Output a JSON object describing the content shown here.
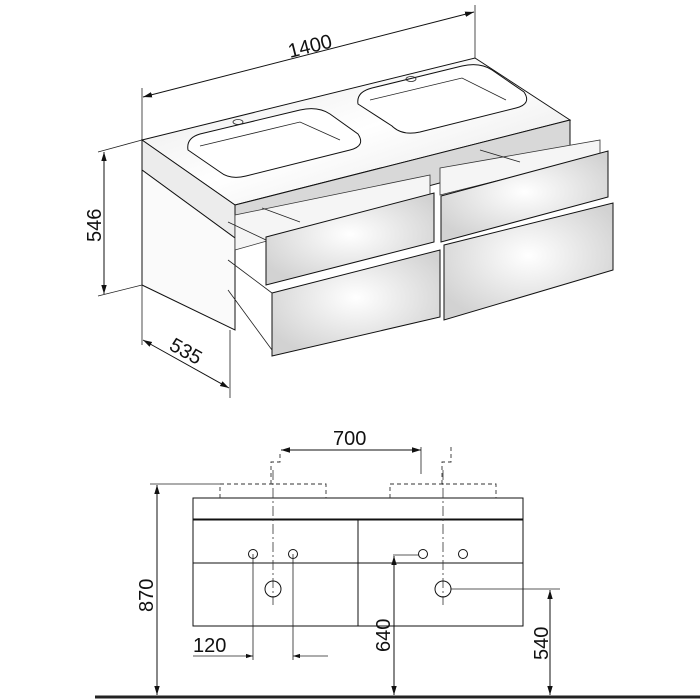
{
  "isometric_view": {
    "dimensions": {
      "width": "1400",
      "height": "546",
      "depth": "535"
    },
    "components": [
      "countertop",
      "left-basin",
      "right-basin",
      "upper-left-drawer",
      "lower-left-drawer",
      "upper-right-drawer",
      "lower-right-drawer",
      "side-panel"
    ]
  },
  "front_view": {
    "dimensions": {
      "basin_spacing": "700",
      "total_height": "870",
      "tap_hole_spacing": "120",
      "tap_connection_height": "640",
      "drain_height": "540"
    }
  },
  "colors": {
    "line": "#111111",
    "panel_light": "#f4f4f4",
    "panel_mid": "#d9d9d9",
    "floor": "#222222"
  }
}
